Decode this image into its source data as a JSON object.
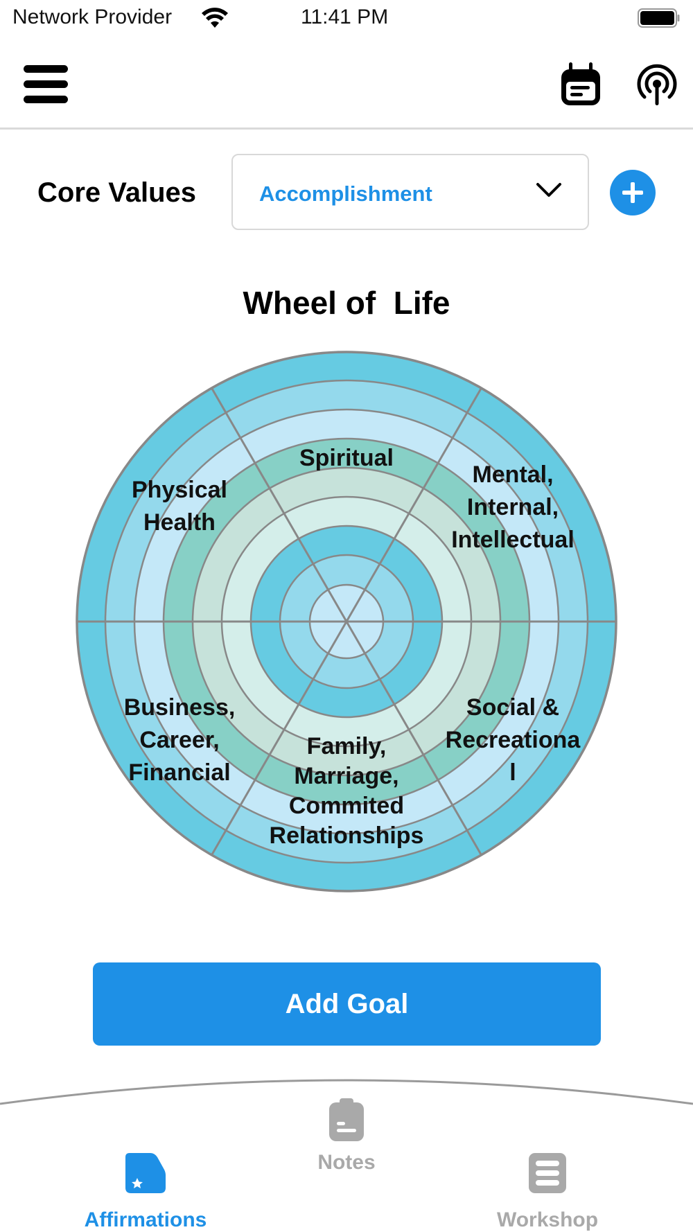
{
  "status_bar": {
    "carrier": "Network Provider",
    "time": "11:41 PM",
    "wifi_icon": "wifi-icon",
    "battery_icon": "battery-full-icon"
  },
  "app_bar": {
    "menu_icon": "hamburger-menu-icon",
    "calendar_icon": "calendar-icon",
    "broadcast_icon": "broadcast-icon"
  },
  "core_values": {
    "label": "Core Values",
    "selected": "Accomplishment",
    "dropdown_icon": "chevron-down-icon",
    "add_icon": "plus-circle-icon"
  },
  "wheel": {
    "title": "Wheel of  Life",
    "ring_colors": [
      "#c4e8f8",
      "#94d9ec",
      "#66cbe2",
      "#d4eeea",
      "#c6e2da",
      "#87d0c6",
      "#c4e8f8",
      "#94d9ec",
      "#66cbe2"
    ],
    "line_color": "#888888",
    "segments": [
      {
        "label": [
          "Spiritual"
        ]
      },
      {
        "label": [
          "Mental,",
          "Internal,",
          "Intellectual"
        ]
      },
      {
        "label": [
          "Social &",
          "Recreationa",
          "l"
        ]
      },
      {
        "label": [
          "Family,",
          "Marriage,",
          "Commited",
          "Relationships"
        ]
      },
      {
        "label": [
          "Business,",
          "Career,",
          "Financial"
        ]
      },
      {
        "label": [
          "Physical",
          "Health"
        ]
      }
    ]
  },
  "actions": {
    "add_goal": "Add Goal"
  },
  "bottom_nav": {
    "active_color": "#1e90e6",
    "inactive_color": "#a9a9a9",
    "tabs": [
      {
        "label": "Affirmations",
        "icon": "affirmation-card-icon",
        "active": true
      },
      {
        "label": "Notes",
        "icon": "clipboard-icon",
        "active": false
      },
      {
        "label": "Workshop",
        "icon": "list-icon",
        "active": false
      }
    ]
  }
}
